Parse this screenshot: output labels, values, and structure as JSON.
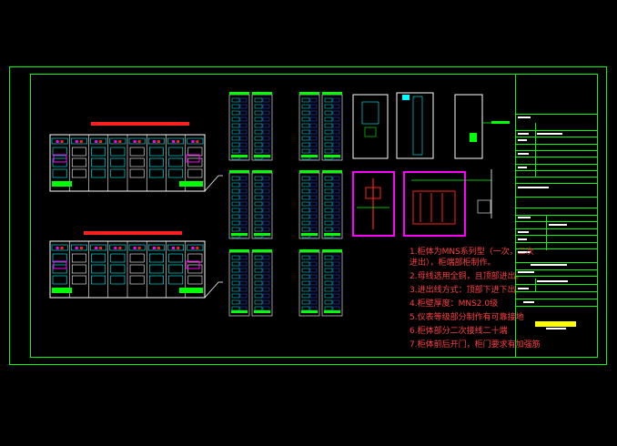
{
  "colors": {
    "frame": "#00ff00",
    "red": "#ff2020",
    "cyan": "#00ffff",
    "magenta": "#ff00ff",
    "yellow": "#ffff00",
    "white": "#ffffff",
    "blue": "#3050ff"
  },
  "notes": [
    "1.柜体为MNS系列型（一次，二次",
    "  进出），柜端部柜制作。",
    "2.母线选用全铜，且顶部进出。",
    "3.进出线方式：顶部下进下出",
    "4.柜壁厚度：MNS2.0级",
    "5.仪表等级部分制作有可靠接地",
    "6.柜体部分二次接线二十端",
    "7.柜体前后开门，柜门要求有加强筋"
  ]
}
